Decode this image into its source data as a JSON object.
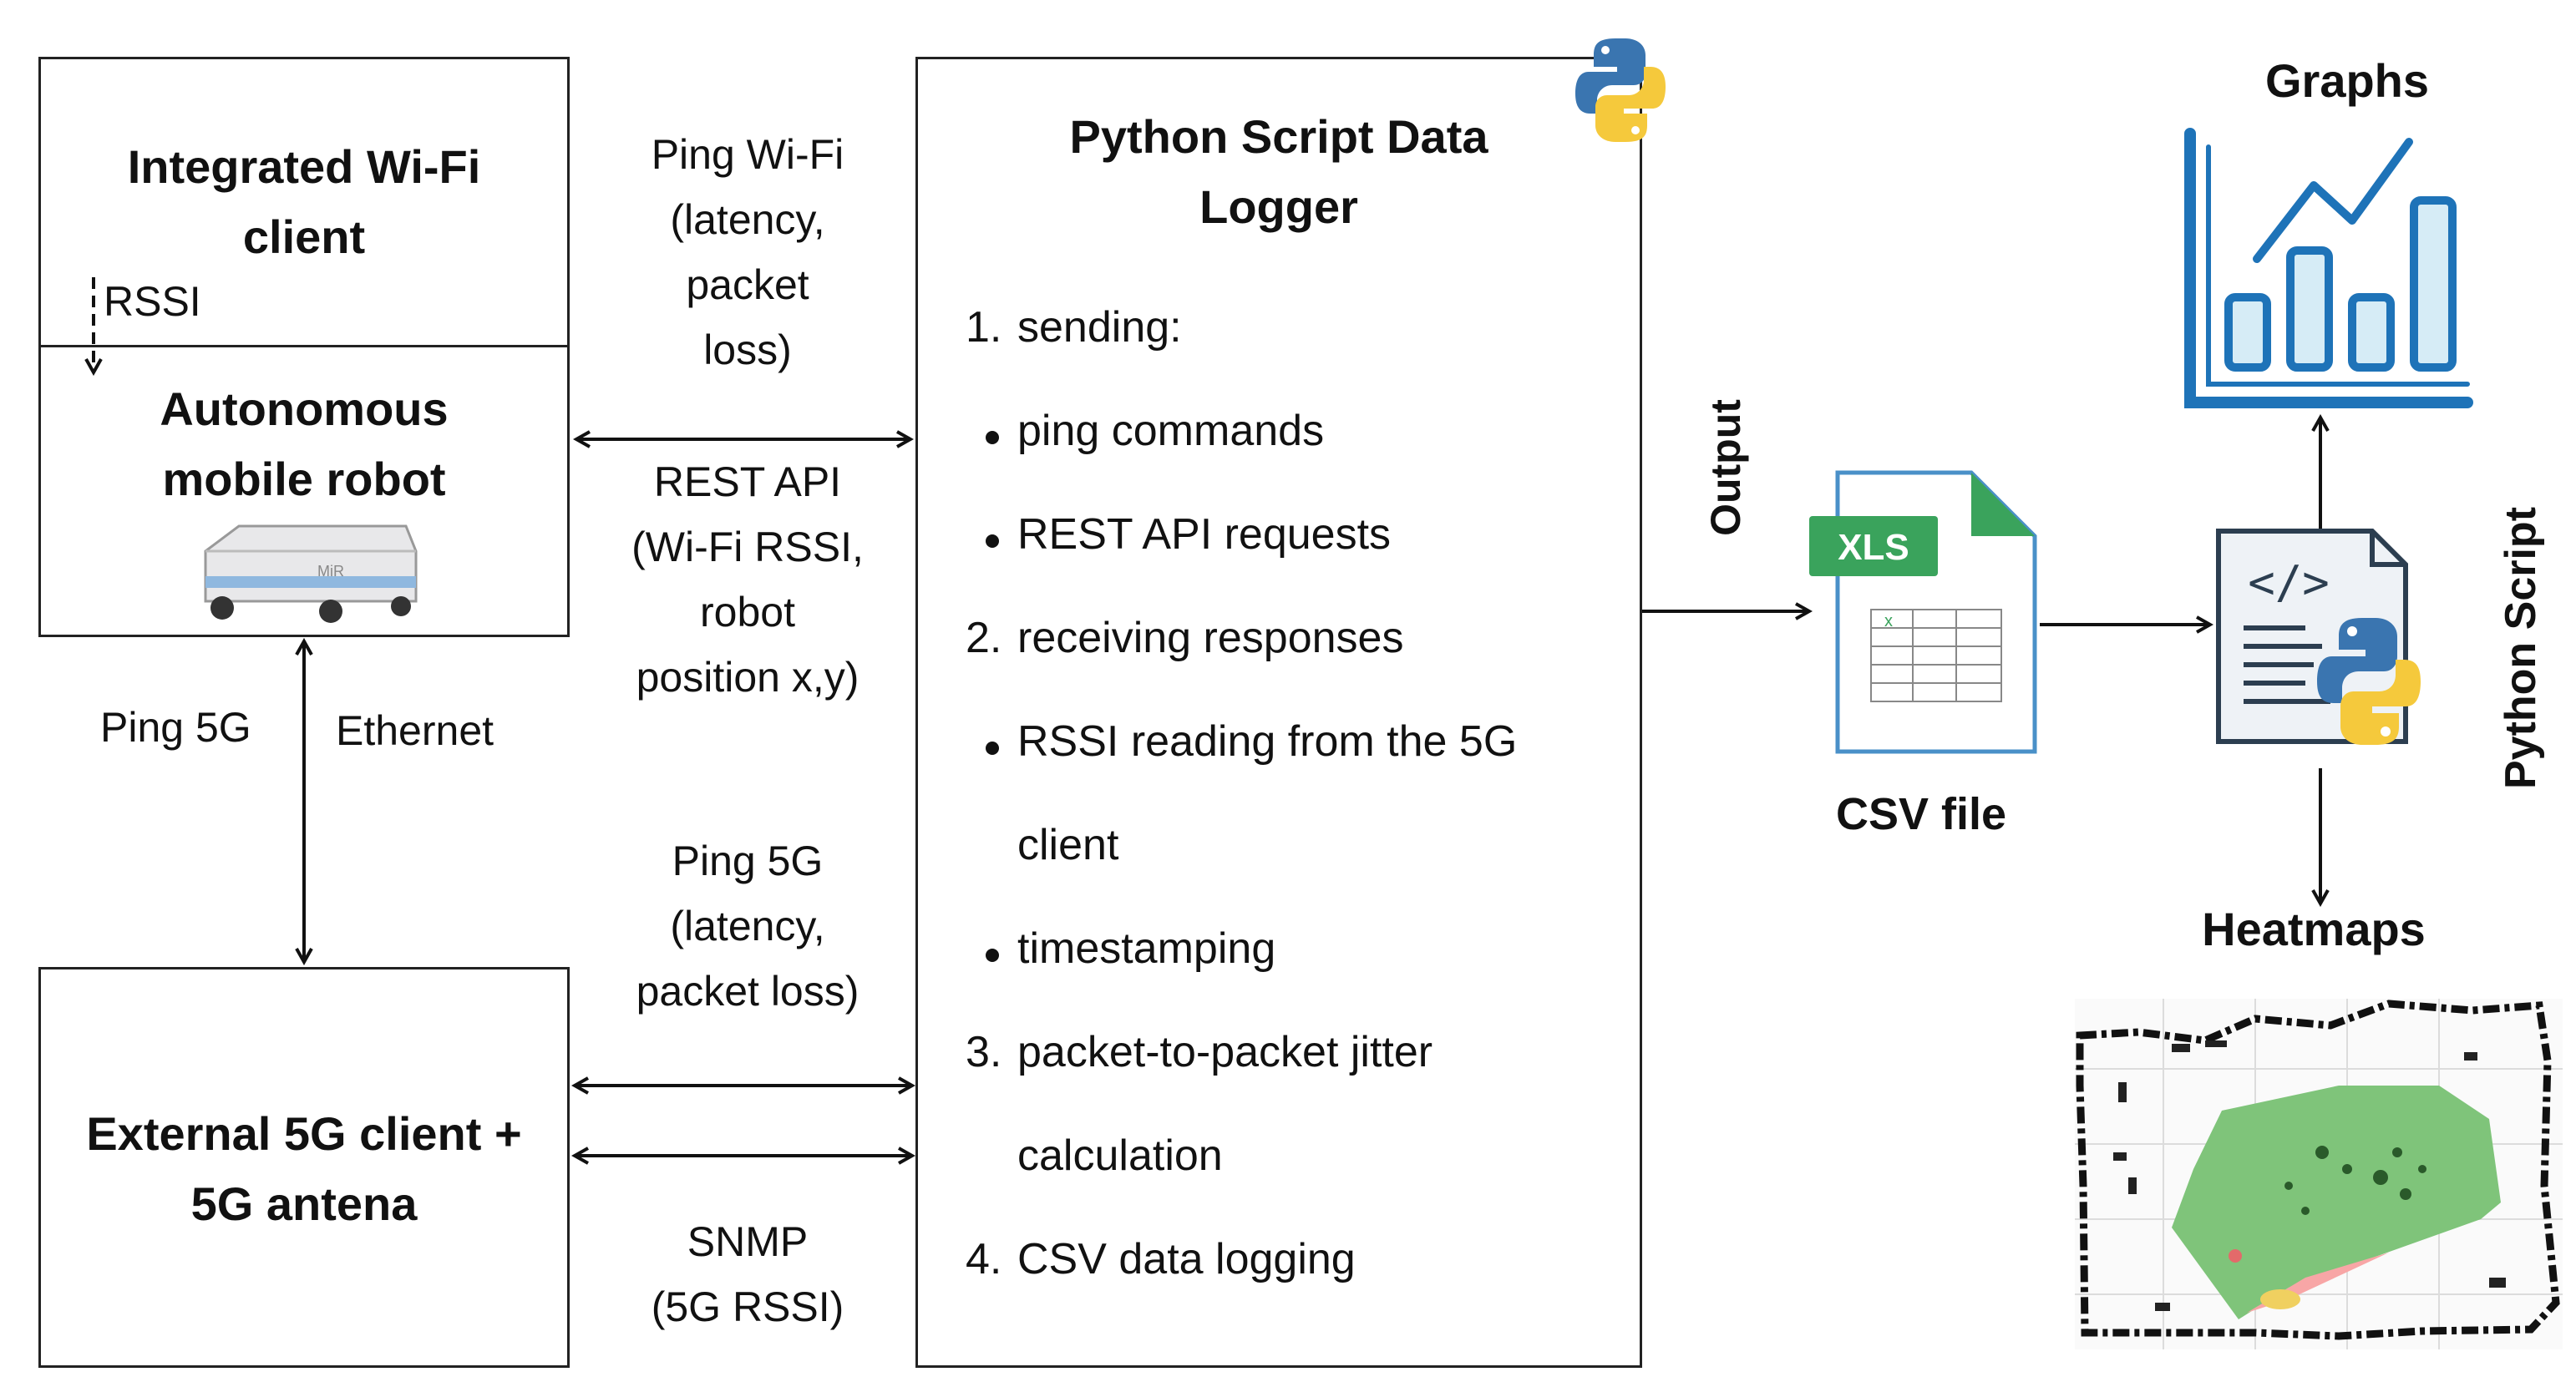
{
  "wifi_client": {
    "title_line1": "Integrated Wi-Fi",
    "title_line2": "client",
    "rssi_label": "RSSI"
  },
  "robot": {
    "title_line1": "Autonomous",
    "title_line2": "mobile robot",
    "badge": "MiR"
  },
  "external_5g": {
    "title_line1": "External 5G client +",
    "title_line2": "5G antena"
  },
  "links": {
    "ping_wifi": [
      "Ping Wi-Fi",
      "(latency,",
      "packet",
      "loss)"
    ],
    "rest_api": [
      "REST API",
      "(Wi-Fi RSSI,",
      "robot",
      "position x,y)"
    ],
    "ping_5g_side": "Ping 5G",
    "ethernet": "Ethernet",
    "ping_5g": [
      "Ping 5G",
      "(latency,",
      "packet loss)"
    ],
    "snmp": [
      "SNMP",
      "(5G RSSI)"
    ],
    "output": "Output"
  },
  "logger": {
    "title_line1": "Python Script Data",
    "title_line2": "Logger",
    "items": [
      {
        "marker": "1.",
        "text": "sending:"
      },
      {
        "marker": "bullet",
        "text": "ping commands"
      },
      {
        "marker": "bullet",
        "text": "REST API requests"
      },
      {
        "marker": "2.",
        "text": "receiving responses"
      },
      {
        "marker": "bullet",
        "text": "RSSI reading from the 5G"
      },
      {
        "marker": "",
        "text": "client"
      },
      {
        "marker": "bullet",
        "text": "timestamping"
      },
      {
        "marker": "3.",
        "text": "packet-to-packet jitter"
      },
      {
        "marker": "",
        "text": "calculation"
      },
      {
        "marker": "4.",
        "text": "CSV data logging"
      }
    ]
  },
  "csv": {
    "badge": "XLS",
    "cell_mark": "x",
    "label": "CSV file"
  },
  "script": {
    "code_glyph": "</>",
    "label": "Python Script"
  },
  "graphs": {
    "label": "Graphs"
  },
  "heatmaps": {
    "label": "Heatmaps"
  },
  "colors": {
    "xls_green": "#3aa35c",
    "chart_blue": "#1e73b8",
    "chart_fill": "#d6ecf6",
    "heat_green": "#7fc47a",
    "python_blue": "#3a75b0",
    "python_yellow": "#f5c93c"
  }
}
